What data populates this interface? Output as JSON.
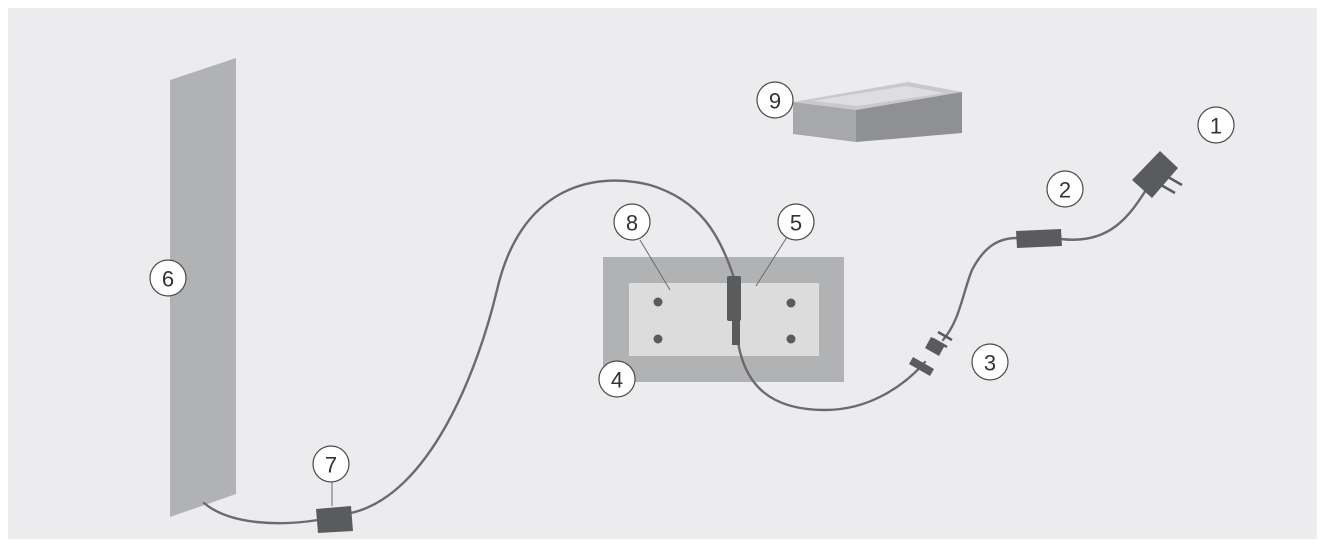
{
  "colors": {
    "background": "#ececee",
    "panel": "#b1b2b4",
    "device_frame": "#b1b2b4",
    "device_inner": "#dcdcdd",
    "dark_component": "#5a5b5d",
    "box_top": "#c9c9cb",
    "box_front": "#a7a8aa",
    "box_side": "#8f9092"
  },
  "callouts": [
    {
      "id": "1",
      "label": "1"
    },
    {
      "id": "2",
      "label": "2"
    },
    {
      "id": "3",
      "label": "3"
    },
    {
      "id": "4",
      "label": "4"
    },
    {
      "id": "5",
      "label": "5"
    },
    {
      "id": "6",
      "label": "6"
    },
    {
      "id": "7",
      "label": "7"
    },
    {
      "id": "8",
      "label": "8"
    },
    {
      "id": "9",
      "label": "9"
    }
  ]
}
